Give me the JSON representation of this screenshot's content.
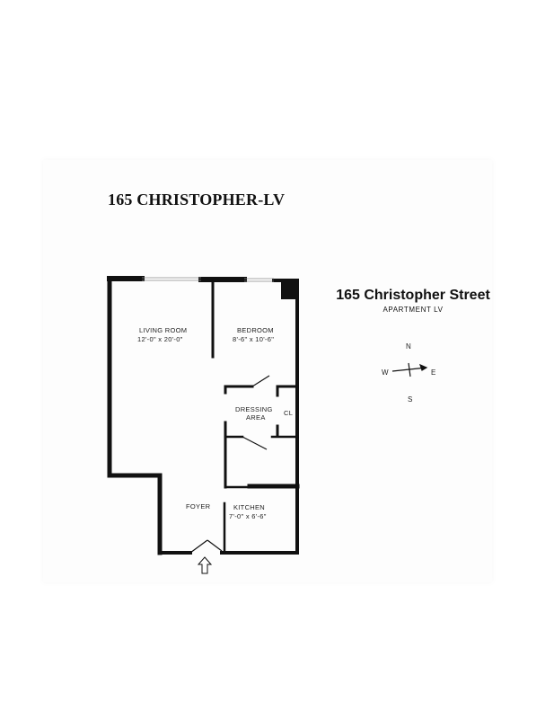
{
  "title": "165 CHRISTOPHER-LV",
  "address": {
    "street": "165 Christopher Street",
    "apartment": "APARTMENT LV"
  },
  "rooms": {
    "living_room": {
      "name": "LIVING ROOM",
      "dims": "12'-0\" x 20'-0\""
    },
    "bedroom": {
      "name": "BEDROOM",
      "dims": "8'-6\" x 10'-6\""
    },
    "dressing_area": {
      "line1": "DRESSING",
      "line2": "AREA"
    },
    "closet": {
      "name": "CL"
    },
    "foyer": {
      "name": "FOYER"
    },
    "kitchen": {
      "name": "KITCHEN",
      "dims": "7'-0\" x 6'-6\""
    }
  },
  "compass": {
    "north": "N",
    "south": "S",
    "east": "E",
    "west": "W"
  },
  "colors": {
    "wall": "#111111",
    "background": "#ffffff"
  },
  "icons": {
    "entry": "arrow-up-icon",
    "compass": "compass-rose-icon"
  }
}
